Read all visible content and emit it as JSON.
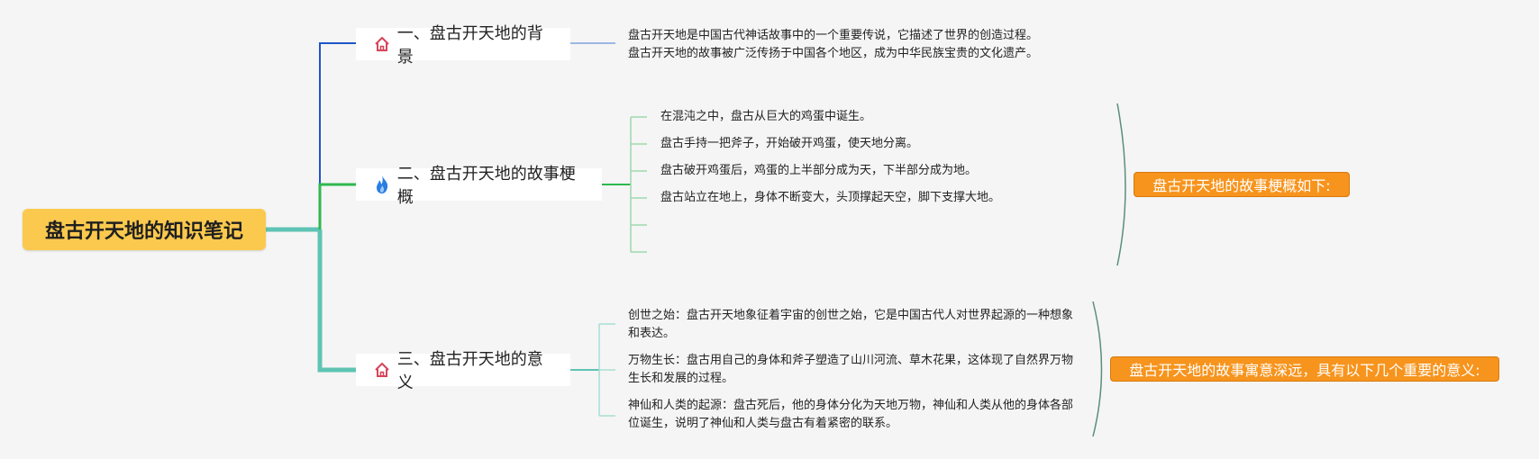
{
  "root": {
    "label": "盘古开天地的知识笔记"
  },
  "branches": [
    {
      "label": "一、盘古开天地的背景",
      "icon": "home-icon",
      "color": "#1f56c7",
      "details": [
        "盘古开天地是中国古代神话故事中的一个重要传说，它描述了世界的创造过程。",
        "盘古开天地的故事被广泛传扬于中国各个地区，成为中华民族宝贵的文化遗产。"
      ]
    },
    {
      "label": "二、盘古开天地的故事梗概",
      "icon": "fire-icon",
      "color": "#2db84d",
      "details": [
        "在混沌之中，盘古从巨大的鸡蛋中诞生。",
        "盘古手持一把斧子，开始破开鸡蛋，使天地分离。",
        "盘古破开鸡蛋后，鸡蛋的上半部分成为天，下半部分成为地。",
        "盘古站立在地上，身体不断变大，头顶撑起天空，脚下支撑大地。",
        "",
        ""
      ],
      "summary": "盘古开天地的故事梗概如下:"
    },
    {
      "label": "三、盘古开天地的意义",
      "icon": "home-icon",
      "color": "#5fc4b4",
      "details": [
        "创世之始：盘古开天地象征着宇宙的创世之始，它是中国古代人对世界起源的一种想象和表达。",
        "万物生长：盘古用自己的身体和斧子塑造了山川河流、草木花果，这体现了自然界万物生长和发展的过程。",
        "神仙和人类的起源：盘古死后，他的身体分化为天地万物，神仙和人类从他的身体各部位诞生，说明了神仙和人类与盘古有着紧密的联系。"
      ],
      "summary": "盘古开天地的故事寓意深远，具有以下几个重要的意义:"
    }
  ],
  "colors": {
    "root_fill": "#fbc94e",
    "summary_fill": "#f7941d",
    "home_icon": "#d6455a",
    "fire_icon": "#2a7de1"
  }
}
